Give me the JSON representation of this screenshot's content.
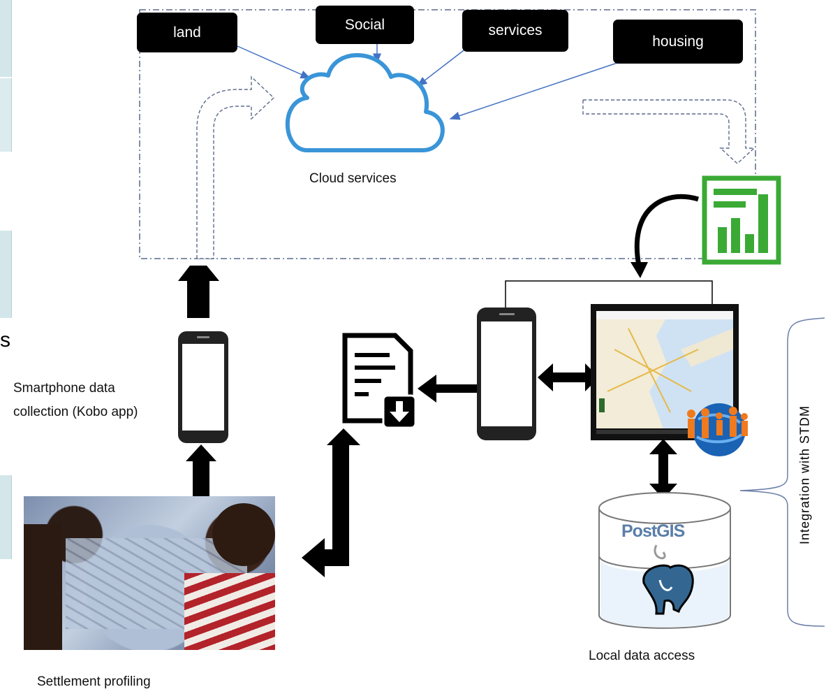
{
  "categories": [
    {
      "label": "land"
    },
    {
      "label": "Social"
    },
    {
      "label": "services"
    },
    {
      "label": "housing"
    }
  ],
  "cloud": {
    "label": "Cloud services"
  },
  "smartphone": {
    "label_line1": "Smartphone data",
    "label_line2": "collection (Kobo app)"
  },
  "settlement": {
    "label": "Settlement profiling"
  },
  "local": {
    "label": "Local data access"
  },
  "database": {
    "logo_text": "PostGIS"
  },
  "integration": {
    "label": "Integration with STDM"
  },
  "left_edge": {
    "glyph": "s"
  },
  "colors": {
    "cloud": "#3a95d8",
    "chart_icon": "#3aaa35",
    "arrow": "#000000",
    "connector": "#4472c4"
  }
}
